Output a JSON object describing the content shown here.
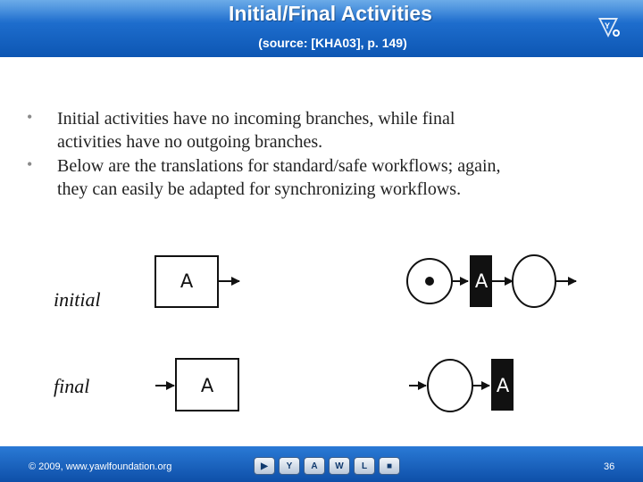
{
  "header": {
    "title": "Initial/Final Activities",
    "subtitle": "(source: [KHA03], p. 149)"
  },
  "bullets": [
    {
      "line1": "Initial activities have no incoming branches, while final",
      "line2": "activities have no outgoing branches."
    },
    {
      "line1": "Below are the translations for standard/safe workflows; again,",
      "line2": "they can easily be adapted for synchronizing workflows."
    }
  ],
  "labels": {
    "initial": "initial",
    "final": "final"
  },
  "diagram": {
    "task_label": "A"
  },
  "footer": {
    "copyright": "© 2009, www.yawlfoundation.org",
    "page_number": "36",
    "nav_buttons": [
      "▶",
      "Y",
      "A",
      "W",
      "L",
      "■"
    ]
  },
  "colors": {
    "header": "#1f6fcf",
    "footer": "#0e4fa8"
  }
}
